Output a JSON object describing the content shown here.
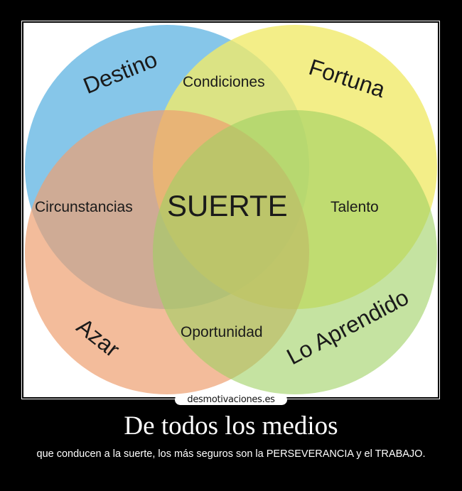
{
  "diagram": {
    "type": "venn",
    "center_label": "SUERTE",
    "circles": [
      {
        "label": "Destino",
        "color": "#7fc3e8"
      },
      {
        "label": "Fortuna",
        "color": "#f3ee7a"
      },
      {
        "label": "Azar",
        "color": "#f0b488"
      },
      {
        "label": "Lo Aprendido",
        "color": "#b8dc86"
      }
    ],
    "intersections": {
      "top": "Condiciones",
      "left": "Circunstancias",
      "right": "Talento",
      "bottom": "Oportunidad"
    }
  },
  "watermark": "desmotivaciones.es",
  "caption": {
    "title": "De todos los medios",
    "subtitle": "que conducen a la suerte, los más seguros son la PERSEVERANCIA y el TRABAJO."
  }
}
